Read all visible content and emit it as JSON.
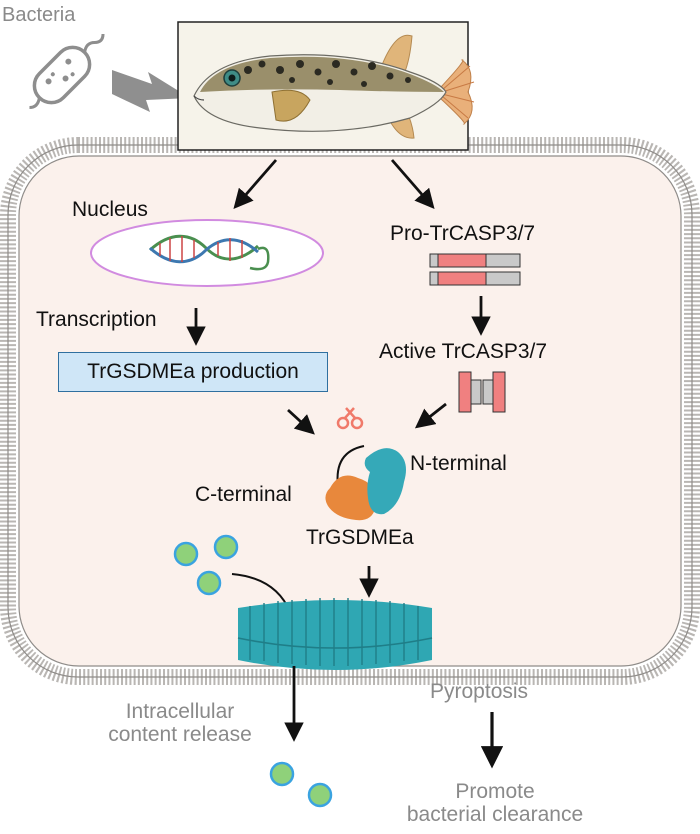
{
  "labels": {
    "bacteria": "Bacteria",
    "nucleus": "Nucleus",
    "transcription": "Transcription",
    "production": "TrGSDMEa production",
    "pro_caspase": "Pro-TrCASP3/7",
    "active_caspase": "Active TrCASP3/7",
    "n_terminal": "N-terminal",
    "c_terminal": "C-terminal",
    "gsdme": "TrGSDMEa",
    "pyroptosis": "Pyroptosis",
    "release_line1": "Intracellular",
    "release_line2": "content release",
    "clearance_line1": "Promote",
    "clearance_line2": "bacterial clearance"
  },
  "colors": {
    "membrane": "#c8c6c4",
    "cytoplasm": "#fbf1ec",
    "pore": "#2fa7b3",
    "n_terminal": "#35a9b8",
    "c_terminal": "#e8883c",
    "caspase_pink": "#f08080",
    "caspase_grey": "#c9c9c9",
    "vesicle": "#8fd17a",
    "vesicle_edge": "#3aa3e0",
    "scissors": "#f07a6a"
  },
  "icons": [
    "bacterium-icon",
    "lightning-icon",
    "pufferfish-illustration",
    "dna-icon",
    "scissors-icon"
  ]
}
